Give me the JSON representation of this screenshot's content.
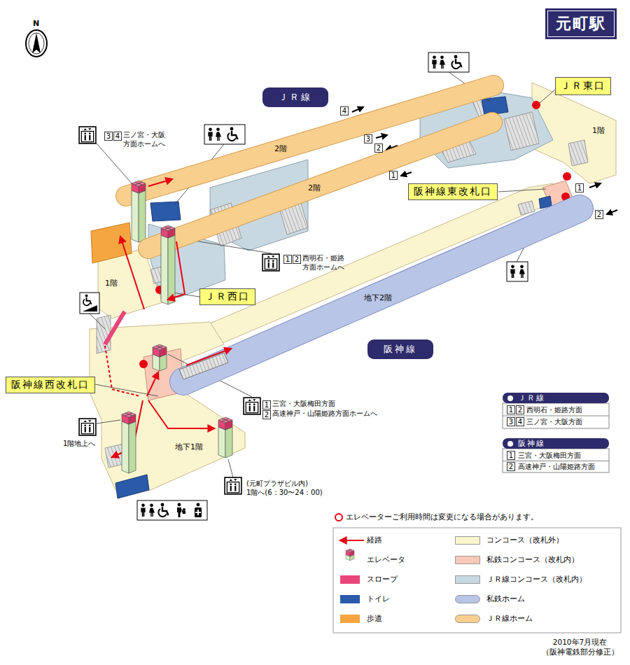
{
  "diagram": {
    "title": "元町駅",
    "caption": "2010年7月現在 （阪神電鉄部分修正）",
    "nodes": [
      {
        "text": [
          "ＪＲ線"
        ]
      },
      {
        "text": [
          "ＪＲ東口"
        ]
      },
      {
        "text": [
          "2階"
        ]
      },
      {
        "text": [
          "4"
        ]
      },
      {
        "text": [
          "3"
        ]
      },
      {
        "text": [
          "3"
        ]
      },
      {
        "text": [
          "4"
        ]
      },
      {
        "text": [
          "2階"
        ]
      },
      {
        "text": [
          "2"
        ]
      },
      {
        "text": [
          "1"
        ]
      },
      {
        "text": [
          "阪神線東改札口"
        ]
      },
      {
        "text": [
          "1"
        ]
      },
      {
        "text": [
          "2"
        ]
      },
      {
        "text": [
          "1"
        ]
      },
      {
        "text": [
          "2"
        ]
      },
      {
        "text": [
          "ＪＲ西口"
        ]
      },
      {
        "text": [
          "地下2階"
        ]
      },
      {
        "text": [
          "阪神線"
        ]
      },
      {
        "text": [
          "阪神線西改札口"
        ]
      },
      {
        "text": [
          "1"
        ]
      },
      {
        "text": [
          "2"
        ]
      },
      {
        "text": [
          "ＪＲ線"
        ]
      },
      {
        "text": [
          "1"
        ]
      },
      {
        "text": [
          "2"
        ]
      },
      {
        "text": [
          "3"
        ]
      },
      {
        "text": [
          "4"
        ]
      },
      {
        "text": [
          "阪神線"
        ]
      },
      {
        "text": [
          "1"
        ]
      },
      {
        "text": [
          "2"
        ]
      }
    ],
    "labels": [
      "N",
      "1階",
      "1階",
      "三ノ宮・大阪 方面ホームへ",
      "西明石・姫路 方面ホームへ",
      "地下1階",
      "三宮・大阪梅田方面",
      "高速神戸・山陽姫路方面ホームへ",
      "1階地上へ",
      "(元町プラザビル内) 1階へ(6：30〜24：00)",
      "西明石・姫路方面",
      "三ノ宮・大阪方面",
      "三宮・大阪梅田方面",
      "高速神戸・山陽姫路方面",
      "エレベーターご利用時間は変更になる場合があります。"
    ],
    "legend": [
      {
        "text": "経路"
      },
      {
        "text": "エレベータ"
      },
      {
        "text": "スロープ",
        "color": "#e8457a"
      },
      {
        "text": "トイレ",
        "color": "#2a5aa8"
      },
      {
        "text": "歩道",
        "color": "#f5a640"
      },
      {
        "text": "コンコース（改札外）",
        "color": "#fbf5cf"
      },
      {
        "text": "私鉄コンコース（改札内）",
        "color": "#f9c9b7"
      },
      {
        "text": "ＪＲ線コンコース（改札内）",
        "color": "#c8d8e0"
      },
      {
        "text": "私鉄ホーム",
        "color": "#b9c5e6"
      },
      {
        "text": "ＪＲ線ホーム",
        "color": "#f9cf8e"
      }
    ]
  }
}
